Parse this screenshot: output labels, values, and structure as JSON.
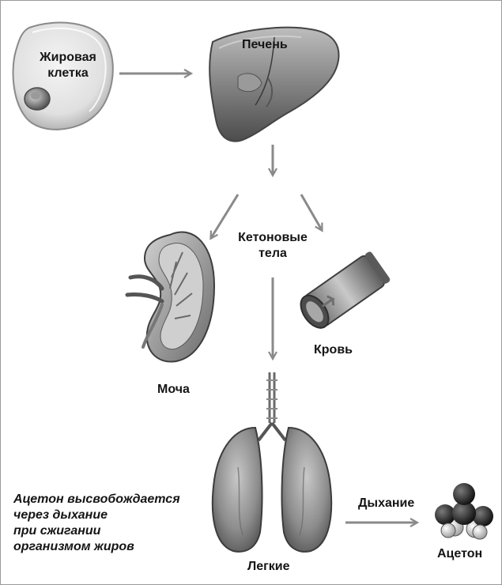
{
  "labels": {
    "fat_cell": [
      "Жировая",
      "клетка"
    ],
    "liver": "Печень",
    "ketone_bodies": [
      "Кетоновые",
      "тела"
    ],
    "blood": "Кровь",
    "urine": "Моча",
    "lungs": "Легкие",
    "breathing": "Дыхание",
    "acetone": "Ацетон"
  },
  "note": [
    "Ацетон высвобождается",
    "через дыхание",
    "при сжигании",
    "организмом жиров"
  ],
  "colors": {
    "arrow": "#8a8a8a",
    "organ_dark": "#4a4a4a",
    "organ_mid": "#8c8c8c",
    "organ_light": "#c8c8c8"
  }
}
